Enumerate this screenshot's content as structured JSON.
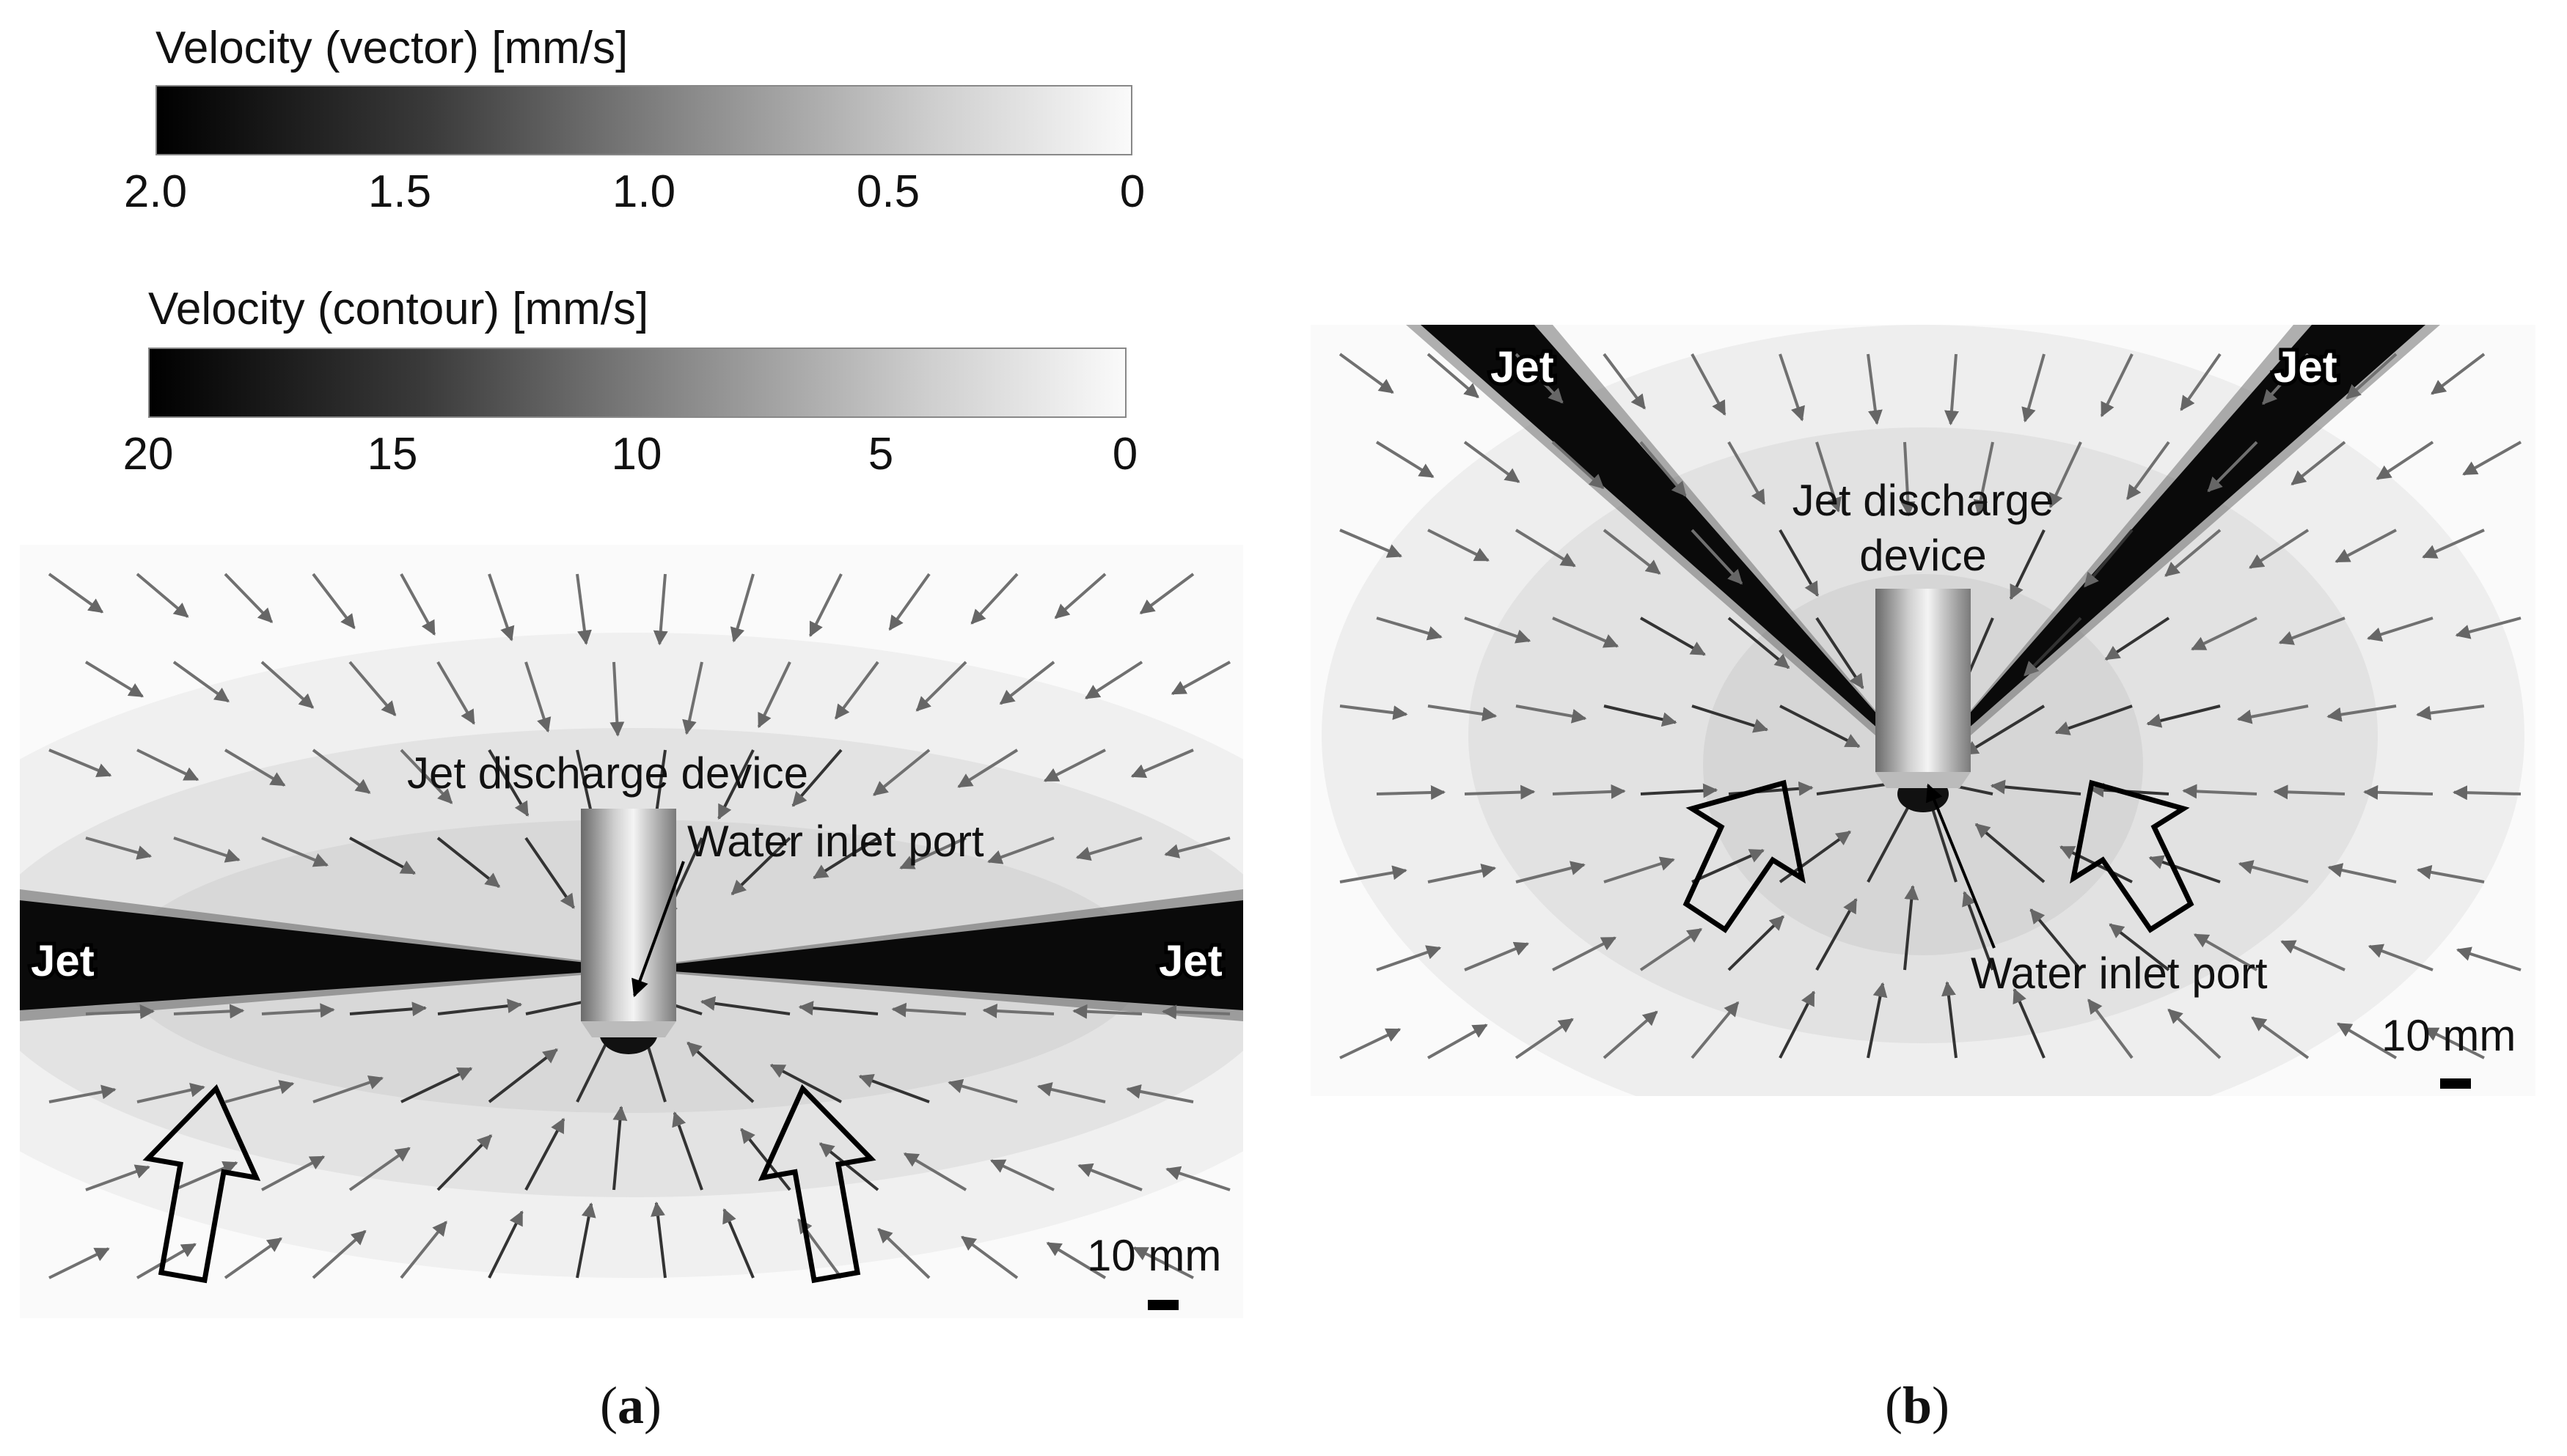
{
  "legend_vector": {
    "title": "Velocity (vector)  [mm/s]",
    "ticks": [
      "2.0",
      "1.5",
      "1.0",
      "0.5",
      "0"
    ]
  },
  "legend_contour": {
    "title": "Velocity (contour) [mm/s]",
    "ticks": [
      "20",
      "15",
      "10",
      "5",
      "0"
    ]
  },
  "panel_a": {
    "jet_left": "Jet",
    "jet_right": "Jet",
    "device_label": "Jet discharge device",
    "inlet_label": "Water inlet port",
    "scale_label": "10 mm",
    "caption_letter": "a"
  },
  "panel_b": {
    "jet_left": "Jet",
    "jet_right": "Jet",
    "device_label_line1": "Jet discharge",
    "device_label_line2": "device",
    "inlet_label": "Water inlet port",
    "scale_label": "10 mm",
    "caption_letter": "b"
  },
  "colors": {
    "jet": "#0a0a0a",
    "field_light": "#f4f4f4",
    "field_mid": "#e3e3e3",
    "vector": "#666666"
  }
}
